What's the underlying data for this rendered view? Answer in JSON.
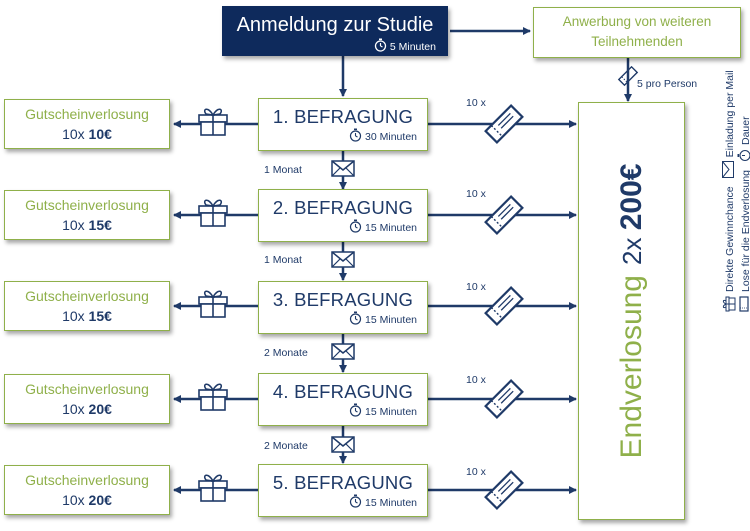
{
  "start": {
    "title": "Anmeldung zur Studie",
    "duration": "5 Minuten"
  },
  "recruit": {
    "line1": "Anwerbung von weiteren",
    "line2": "Teilnehmenden",
    "note": "5 pro Person"
  },
  "surveys": [
    {
      "title": "1. BEFRAGUNG",
      "duration": "30 Minuten",
      "tickets": "10 x",
      "voucher_title": "Gutscheinverlosung",
      "voucher_count": "10x",
      "voucher_amount": "10€"
    },
    {
      "title": "2. BEFRAGUNG",
      "duration": "15 Minuten",
      "tickets": "10 x",
      "voucher_title": "Gutscheinverlosung",
      "voucher_count": "10x",
      "voucher_amount": "15€"
    },
    {
      "title": "3. BEFRAGUNG",
      "duration": "15 Minuten",
      "tickets": "10 x",
      "voucher_title": "Gutscheinverlosung",
      "voucher_count": "10x",
      "voucher_amount": "15€"
    },
    {
      "title": "4. BEFRAGUNG",
      "duration": "15 Minuten",
      "tickets": "10 x",
      "voucher_title": "Gutscheinverlosung",
      "voucher_count": "10x",
      "voucher_amount": "20€"
    },
    {
      "title": "5. BEFRAGUNG",
      "duration": "15 Minuten",
      "tickets": "10 x",
      "voucher_title": "Gutscheinverlosung",
      "voucher_count": "10x",
      "voucher_amount": "20€"
    }
  ],
  "intervals": [
    "1 Monat",
    "1 Monat",
    "2 Monate",
    "2 Monate"
  ],
  "final": {
    "title": "Endverlosung",
    "count": "2x",
    "amount": "200€"
  },
  "legend": {
    "direct": "Direkte Gewinnchance",
    "mail": "Einladung per Mail",
    "tickets": "Lose für die Endverlosung",
    "duration": "Dauer"
  },
  "colors": {
    "navy": "#1f3a68",
    "dark_navy": "#0e2a5c",
    "green": "#8fb04a"
  }
}
